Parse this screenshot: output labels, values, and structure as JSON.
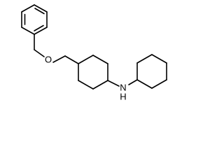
{
  "molecule": {
    "atoms": {
      "oxygen": "O",
      "nitrogen": "N",
      "amine_hydrogen": "H"
    }
  },
  "colors": {
    "bond": "#000000",
    "background": "#ffffff"
  }
}
